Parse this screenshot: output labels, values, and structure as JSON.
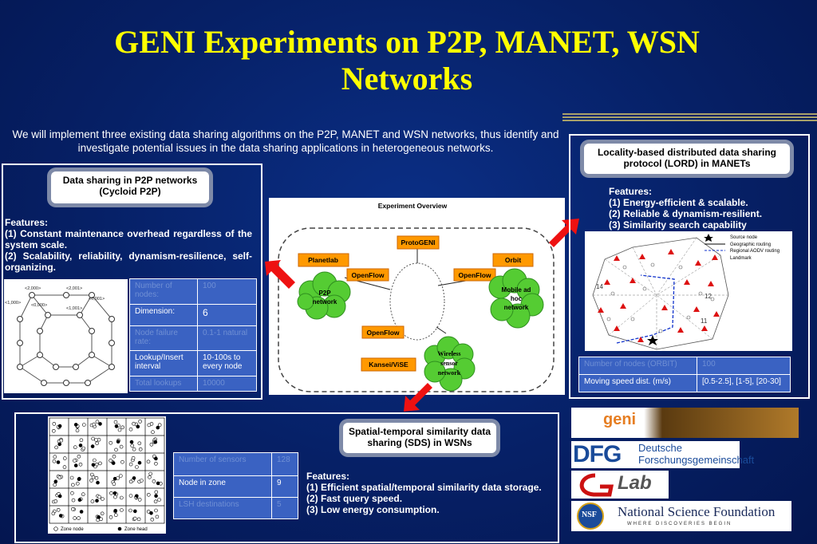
{
  "title": "GENI Experiments on P2P, MANET, WSN Networks",
  "intro": "We will implement three existing data sharing algorithms on the P2P, MANET and WSN networks, thus identify and investigate potential issues in the data sharing applications in heterogeneous networks.",
  "p2p": {
    "label": "Data sharing in P2P networks (Cycloid P2P)",
    "features": [
      "Features:",
      "(1) Constant maintenance overhead regardless of the system scale.",
      "(2) Scalability, reliability, dynamism-resilience, self-organizing."
    ],
    "table": [
      [
        "Number of nodes:",
        "100"
      ],
      [
        "Dimension:",
        "6"
      ],
      [
        "Node failure rate:",
        "0.1-1 natural"
      ],
      [
        "Lookup/Insert interval",
        "10-100s to every node"
      ],
      [
        "Total lookups",
        "10000"
      ]
    ],
    "diagram_labels": [
      "<2,000>",
      "<2,001>",
      "<1,000>",
      "<0,000>",
      "<0,001>",
      "<1,001>"
    ]
  },
  "overview": {
    "title": "Experiment Overview",
    "nodes": {
      "protogeni": "ProtoGENI",
      "planetlab": "Planetlab",
      "orbit": "Orbit",
      "openflow1": "OpenFlow",
      "openflow2": "OpenFlow",
      "openflow3": "OpenFlow",
      "kansei": "Kansei/ViSE",
      "p2p": "P2P network",
      "manet": "Mobile ad hoc network",
      "wsn": "Wireless sensor network"
    }
  },
  "manet": {
    "label": "Locality-based distributed data sharing protocol (LORD) in MANETs",
    "features": [
      "Features:",
      "(1) Energy-efficient & scalable.",
      "(2) Reliable & dynamism-resilient.",
      "(3) Similarity search capability"
    ],
    "legend": [
      "Source node",
      "Geographic routing",
      "Regional AODV routing",
      "Landmark"
    ],
    "table": [
      [
        "Number of nodes (ORBIT)",
        "100"
      ],
      [
        "Moving speed dist. (m/s)",
        "[0.5-2.5], [1-5], [20-30]"
      ]
    ]
  },
  "wsn": {
    "label": "Spatial-temporal similarity data sharing (SDS) in WSNs",
    "features": [
      "Features:",
      "(1) Efficient spatial/temporal similarity data storage.",
      "(2) Fast query speed.",
      "(3) Low energy consumption."
    ],
    "table": [
      [
        "Number of sensors",
        "128"
      ],
      [
        "Node in zone",
        "9"
      ],
      [
        "LSH destinations",
        "5"
      ]
    ],
    "legend": [
      "Zone node",
      "Zone head"
    ]
  },
  "logos": {
    "geni": "geni",
    "dfg_mark": "DFG",
    "dfg_text1": "Deutsche",
    "dfg_text2": "Forschungsgemeinschaft",
    "glab": "Lab",
    "nsf_mark": "NSF",
    "nsf_text": "National Science Foundation",
    "nsf_sub": "WHERE DISCOVERIES BEGIN"
  },
  "colors": {
    "title": "#ffff00",
    "background": "#062066",
    "arrow": "#ee1111",
    "node_orange": "#ff9900",
    "cloud_green": "#55cc33",
    "table_fill": "#3a62c2"
  }
}
